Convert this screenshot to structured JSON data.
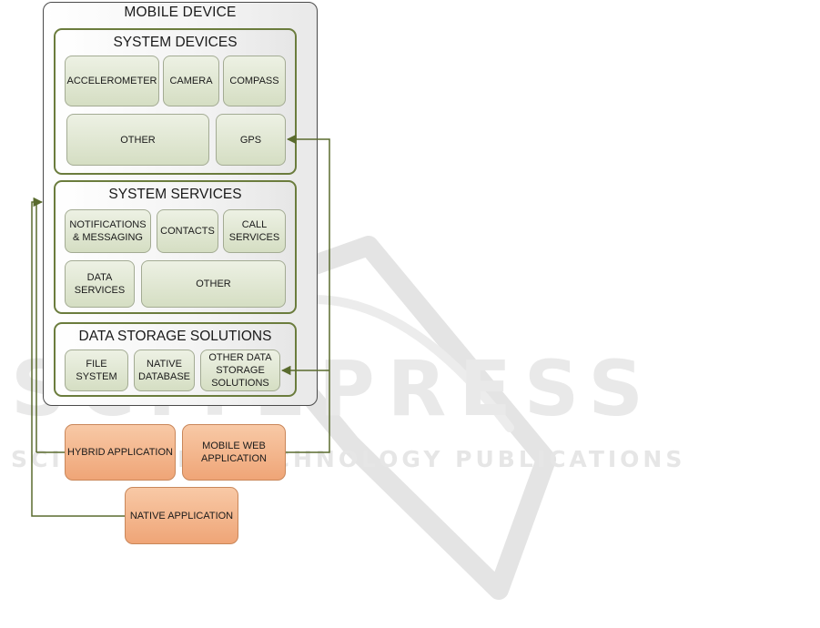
{
  "watermark": {
    "main": "SCITEPRESS",
    "sub": "SCIENCE AND TECHNOLOGY PUBLICATIONS"
  },
  "device": {
    "title": "MOBILE DEVICE",
    "system_devices": {
      "title": "SYSTEM DEVICES",
      "items": [
        "ACCELEROMETER",
        "CAMERA",
        "COMPASS",
        "OTHER",
        "GPS"
      ]
    },
    "system_services": {
      "title": "SYSTEM SERVICES",
      "items": [
        "NOTIFICATIONS\n& MESSAGING",
        "CONTACTS",
        "CALL\nSERVICES",
        "DATA\nSERVICES",
        "OTHER"
      ]
    },
    "data_storage": {
      "title": "DATA STORAGE SOLUTIONS",
      "items": [
        "FILE\nSYSTEM",
        "NATIVE\nDATABASE",
        "OTHER DATA\nSTORAGE\nSOLUTIONS"
      ]
    }
  },
  "applications": [
    "HYBRID APPLICATION",
    "MOBILE WEB\nAPPLICATION",
    "NATIVE APPLICATION"
  ],
  "colors": {
    "group_border": "#6b7c3d",
    "connector": "#5a6b2e",
    "component_fill": "#dfe6cf",
    "application_fill": "#f3b68d"
  }
}
